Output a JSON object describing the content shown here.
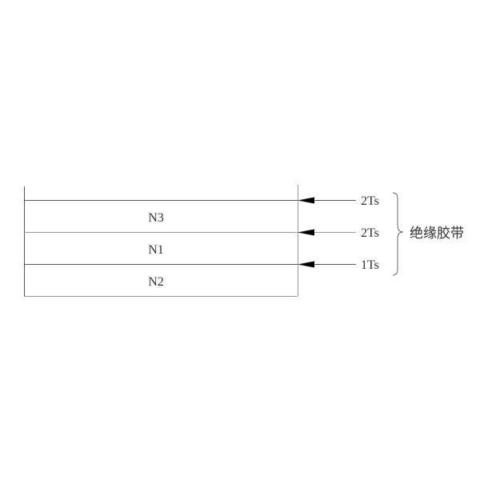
{
  "layers": [
    "N3",
    "N1",
    "N2"
  ],
  "tapes": [
    "2Ts",
    "2Ts",
    "1Ts"
  ],
  "brace_label": "绝缘胶带"
}
